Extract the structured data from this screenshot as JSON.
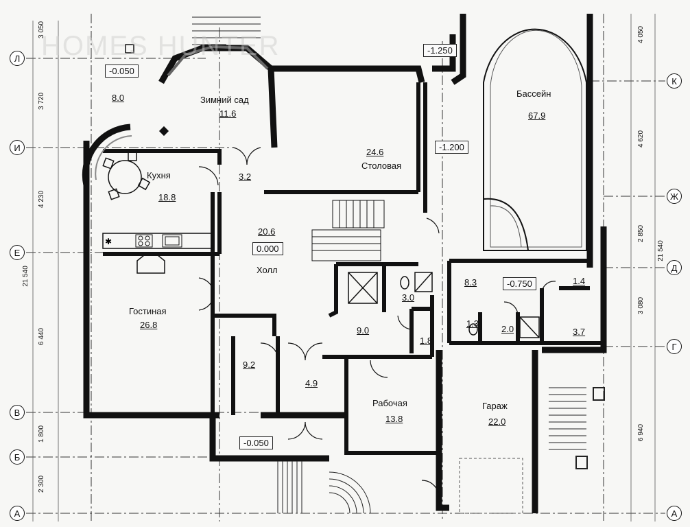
{
  "watermark": "HOMES HUNTER",
  "rooms": [
    {
      "id": "zimny-sad",
      "name": "Зимний сад",
      "area": "11.6"
    },
    {
      "id": "stolovaya",
      "name": "Столовая",
      "area": "24.6"
    },
    {
      "id": "basseyn",
      "name": "Бассейн",
      "area": "67.9"
    },
    {
      "id": "kukhnya",
      "name": "Кухня",
      "area": "18.8"
    },
    {
      "id": "holl",
      "name": "Холл",
      "area": "20.6"
    },
    {
      "id": "gostinaya",
      "name": "Гостиная",
      "area": "26.8"
    },
    {
      "id": "rabochaya",
      "name": "Рабочая",
      "area": "13.8"
    },
    {
      "id": "garazh",
      "name": "Гараж",
      "area": "22.0"
    }
  ],
  "areas": [
    "8.0",
    "3.2",
    "3.0",
    "9.0",
    "1.8",
    "8.3",
    "1.4",
    "1.3",
    "2.0",
    "3.7",
    "9.2",
    "4.9"
  ],
  "levels": [
    "-0.050",
    "-1.250",
    "-1.200",
    "0.000",
    "-0.750",
    "-0.050"
  ],
  "axes_left": [
    "Л",
    "И",
    "Е",
    "В",
    "Б",
    "А"
  ],
  "axes_right": [
    "К",
    "Ж",
    "Д",
    "Г",
    "А"
  ],
  "dims_left": [
    "3 050",
    "3 720",
    "4 230",
    "6 440",
    "1 800",
    "2 300",
    "21 540"
  ],
  "dims_right": [
    "4 050",
    "4 620",
    "2 850",
    "3 080",
    "6 940",
    "21 540"
  ]
}
